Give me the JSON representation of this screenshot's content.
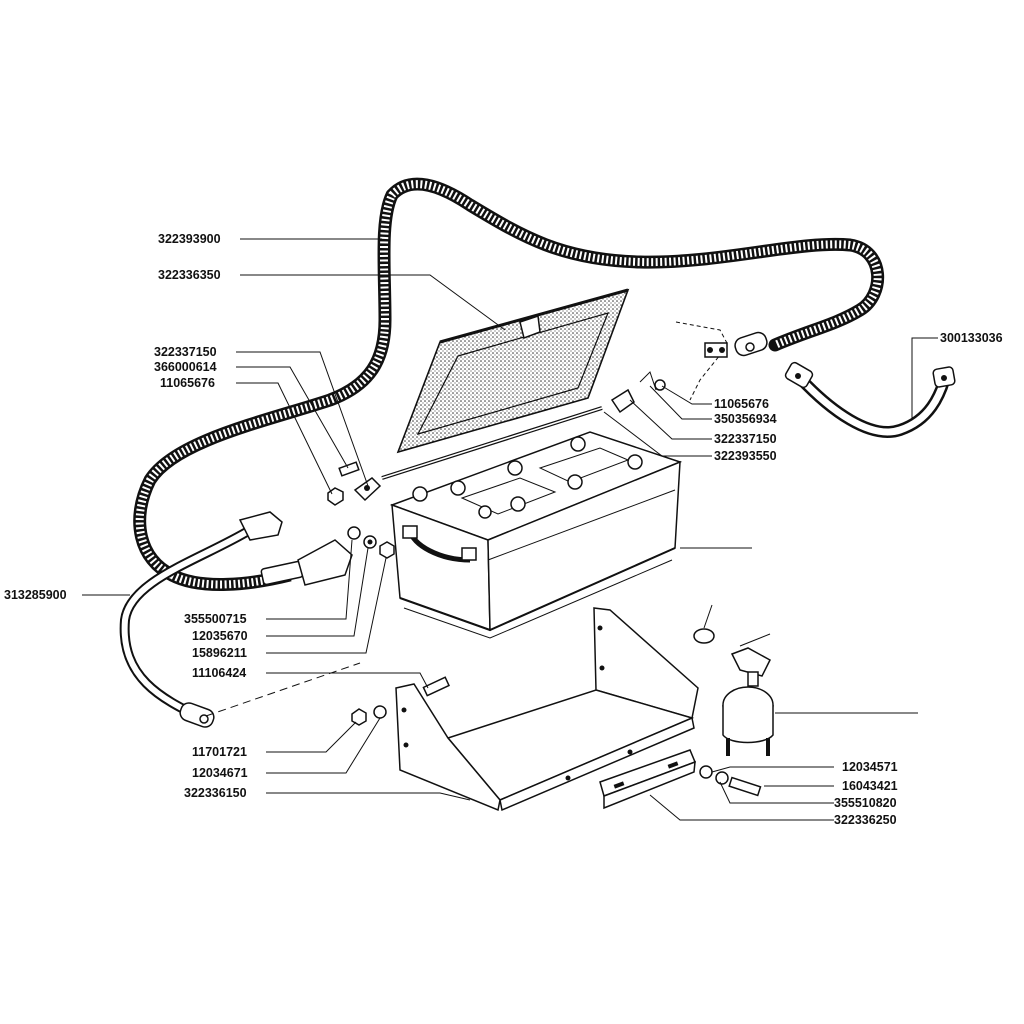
{
  "part_labels": {
    "cable_top": "322393900",
    "cover": "322336350",
    "clamp_left": "322337150",
    "screw_left": "366000614",
    "nut_left_a": "11065676",
    "ground_strap": "300133036",
    "nut_right": "11065676",
    "bolt_right": "350356934",
    "clamp_right": "322337150",
    "rod": "322393550",
    "cable_left": "313285900",
    "washer_a": "355500715",
    "washer_b": "12035670",
    "nut_b": "15896211",
    "bolt_tray": "11106424",
    "nut_tray": "11701721",
    "washer_tray": "12034671",
    "tray": "322336150",
    "washer_sw": "12034571",
    "bolt_sw": "16043421",
    "washer_sw2": "355510820",
    "bracket": "322336250"
  }
}
